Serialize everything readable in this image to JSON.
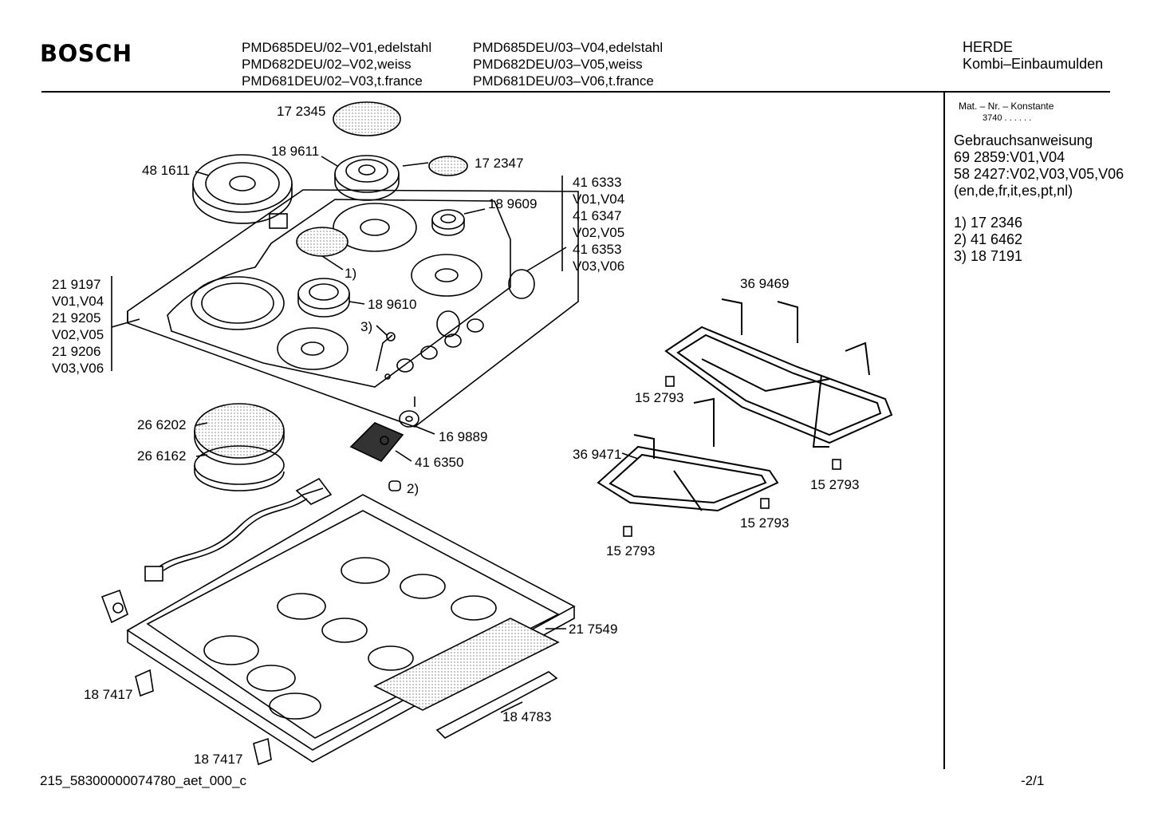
{
  "header": {
    "brand": "BOSCH",
    "models_left": [
      "PMD685DEU/02–V01,edelstahl",
      "PMD682DEU/02–V02,weiss",
      "PMD681DEU/02–V03,t.france"
    ],
    "models_right": [
      "PMD685DEU/03–V04,edelstahl",
      "PMD682DEU/03–V05,weiss",
      "PMD681DEU/03–V06,t.france"
    ],
    "category": "HERDE",
    "subcategory": "Kombi–Einbaumulden"
  },
  "sidebar": {
    "mat_label": "Mat. – Nr. – Konstante",
    "mat_value": "3740  .  .     .  .  .  .",
    "manual_title": "Gebrauchsanweisung",
    "manual_lines": [
      "69 2859:V01,V04",
      "58 2427:V02,V03,V05,V06",
      "(en,de,fr,it,es,pt,nl)"
    ],
    "notes": [
      "1) 17 2346",
      "2) 41 6462",
      "3) 18 7191"
    ]
  },
  "parts": {
    "p172345": "17 2345",
    "p189611": "18 9611",
    "p172347": "17 2347",
    "p481611": "48 1611",
    "p189609": "18 9609",
    "knob_list": [
      "41 6333",
      "V01,V04",
      "41 6347",
      "V02,V05",
      "41 6353",
      "V03,V06"
    ],
    "note1": "1)",
    "p189610": "18 9610",
    "note3": "3)",
    "top_list": [
      "21 9197",
      "V01,V04",
      "21 9205",
      "V02,V05",
      "21 9206",
      "V03,V06"
    ],
    "p369469": "36 9469",
    "p152793": "15 2793",
    "p266202": "26 6202",
    "p169889": "16 9889",
    "p266162": "26 6162",
    "p416350": "41 6350",
    "note2": "2)",
    "p369471": "36 9471",
    "p217549": "21 7549",
    "p187417": "18 7417",
    "p184783": "18 4783"
  },
  "footer": {
    "code": "215_58300000074780_aet_000_c",
    "page": "-2/1"
  }
}
